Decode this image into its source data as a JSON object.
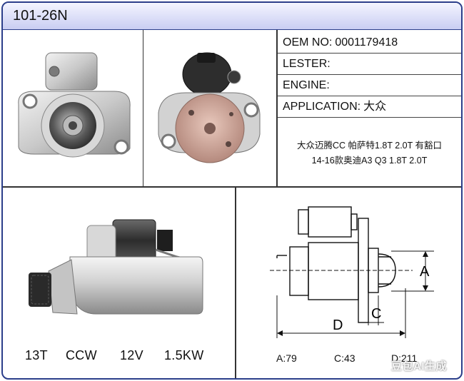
{
  "title": "101-26N",
  "info": {
    "oem_label": "OEM NO:",
    "oem_value": "0001179418",
    "lester_label": "LESTER:",
    "lester_value": "",
    "engine_label": "ENGINE:",
    "engine_value": "",
    "application_label": "APPLICATION:",
    "application_value": "大众",
    "application_details": [
      "大众迈腾CC 帕萨特1.8T 2.0T 有豁口",
      "14-16款奥迪A3 Q3 1.8T 2.0T"
    ]
  },
  "specs": {
    "teeth": "13T",
    "rotation": "CCW",
    "voltage": "12V",
    "power": "1.5KW"
  },
  "diagram": {
    "label_a": "A",
    "label_c": "C",
    "label_d": "D"
  },
  "dimensions": {
    "a": "A:79",
    "c": "C:43",
    "d": "D:211"
  },
  "watermark": "豆包AI生成",
  "colors": {
    "border": "#2b3e8a",
    "title_bar_top": "#f4f5ff",
    "title_bar_bottom": "#c9cdf2"
  }
}
